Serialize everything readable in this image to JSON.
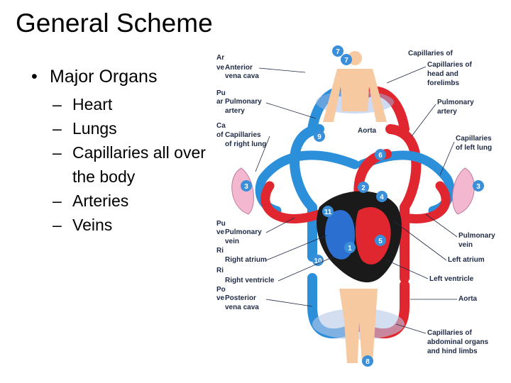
{
  "slide": {
    "title": "General Scheme",
    "bullet": "Major Organs",
    "subitems": [
      "Heart",
      "Lungs",
      "Capillaries all over the body",
      "Arteries",
      "Veins"
    ]
  },
  "figure": {
    "left_labels": [
      {
        "cut": "Ar",
        "text1": "Anterior",
        "cut2": "ve",
        "text2": "vena cava"
      },
      {
        "cut": "Pu",
        "text1": "Pulmonary",
        "cut2": "ar",
        "text2": "artery"
      },
      {
        "cut": "Ca",
        "text1": "Capillaries",
        "cut2": "of",
        "text2": "of right lung"
      },
      {
        "cut": "Pu",
        "text1": "Pulmonary",
        "cut2": "ve",
        "text2": "vein"
      },
      {
        "cut": "Ri",
        "text1": "Right atrium",
        "cut2": "",
        "text2": ""
      },
      {
        "cut": "Ri",
        "text1": "Right ventricle",
        "cut2": "",
        "text2": ""
      },
      {
        "cut": "Po",
        "text1": "Posterior",
        "cut2": "ve",
        "text2": "vena cava"
      }
    ],
    "right_labels": {
      "cap_head": [
        "Capillaries of",
        "head and",
        "forelimbs"
      ],
      "pulm_artery": [
        "Pulmonary",
        "artery"
      ],
      "aorta_mid": "Aorta",
      "cap_left_lung": [
        "Capillaries",
        "of left lung"
      ],
      "pulm_vein": [
        "Pulmonary",
        "vein"
      ],
      "left_atrium": "Left atrium",
      "left_ventricle": "Left ventricle",
      "aorta_low": "Aorta",
      "cap_abdominal": [
        "Capillaries of",
        "abdominal organs",
        "and hind limbs"
      ],
      "cut_top": "Capillaries of"
    },
    "numbers": [
      "7",
      "7",
      "9",
      "6",
      "3",
      "2",
      "4",
      "3",
      "11",
      "1",
      "5",
      "10",
      "8"
    ],
    "colors": {
      "vein": "#2b8fd9",
      "artery": "#e0262f",
      "heart_dark": "#1a1a1a",
      "skin": "#f6c9a0",
      "lung": "#f3b8cf",
      "badge": "#3a8fd8"
    }
  }
}
